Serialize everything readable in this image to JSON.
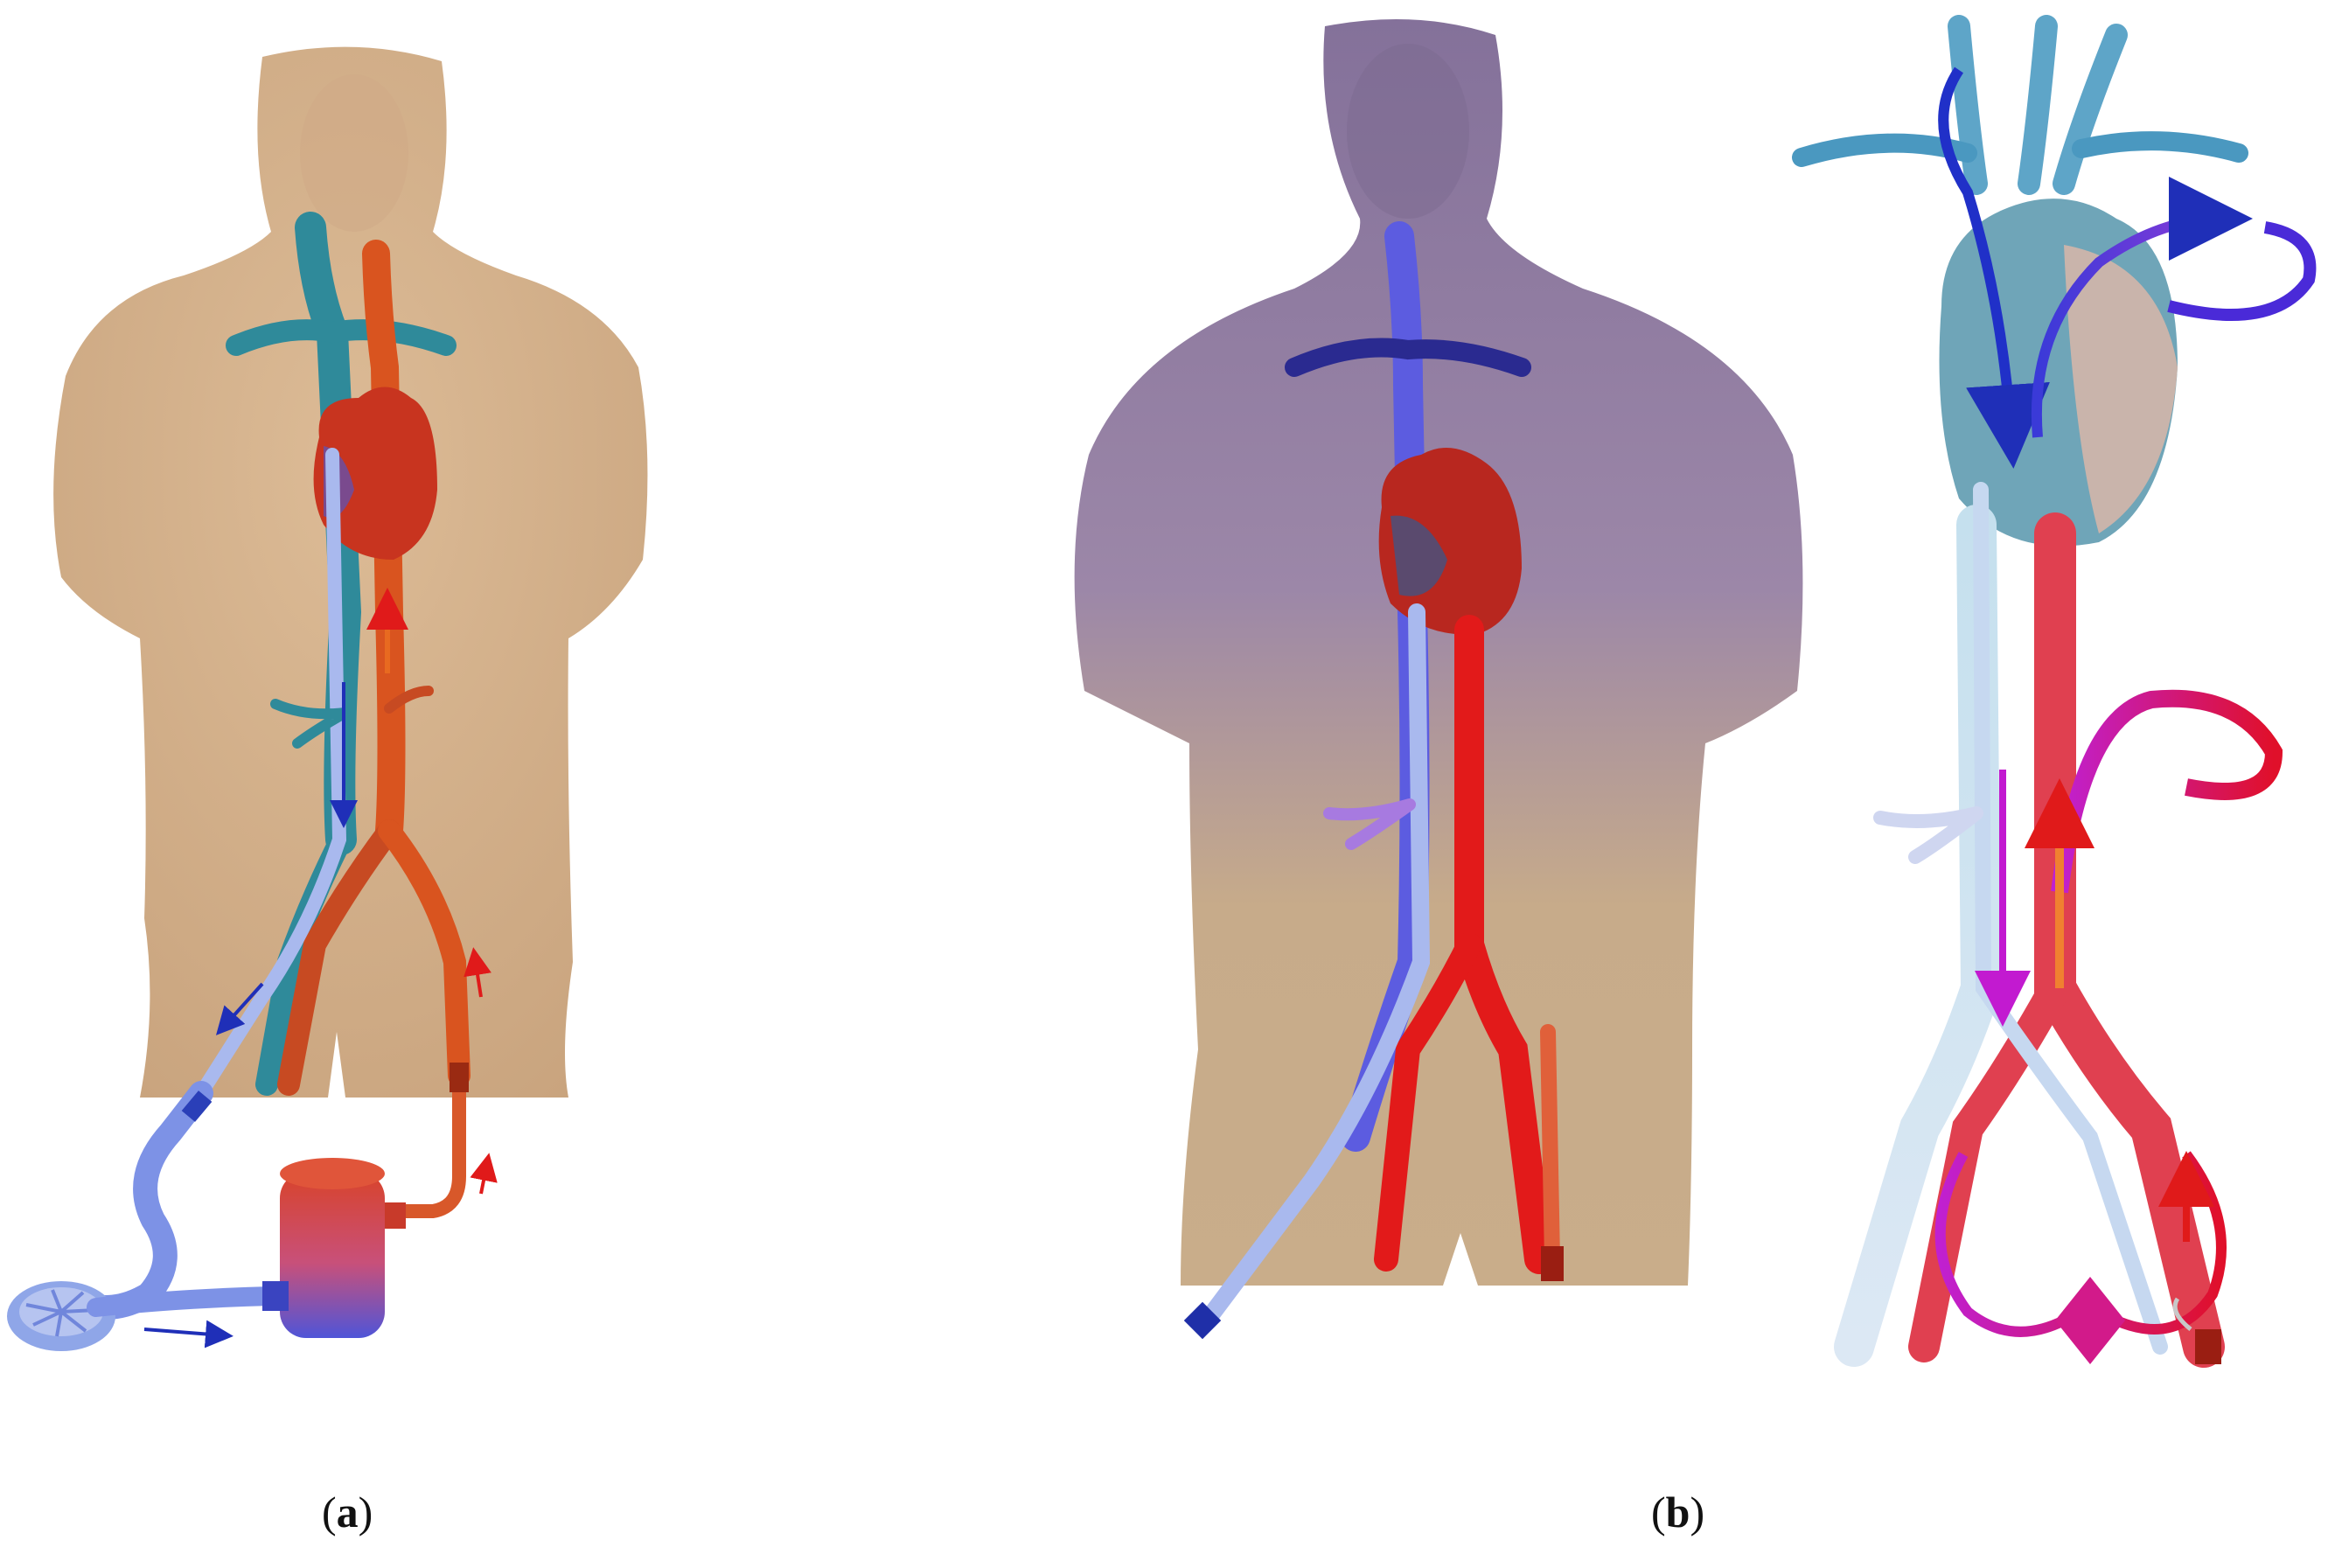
{
  "panels": [
    {
      "id": "a",
      "caption_open": "(",
      "caption_letter": "a",
      "caption_close": ")"
    },
    {
      "id": "b",
      "caption_open": "(",
      "caption_letter": "b",
      "caption_close": ")"
    }
  ],
  "colors": {
    "skin_a": "#d8b48f",
    "skin_b_upper": "#8f7a9e",
    "skin_b_lower": "#c9ad8a",
    "venous_teal": "#2f8a9a",
    "venous_blue": "#2a3fb8",
    "arterial_red": "#e2321e",
    "arterial_orange": "#d9541f",
    "cannula_light_blue": "#8fa6e8",
    "pump_red": "#d8432a",
    "pump_blue": "#5a55d8",
    "mixed_purple": "#b23ad0",
    "heart_red": "#b8271f",
    "heart_purple": "#7a4a8e"
  },
  "icons": [
    "arrow-icon",
    "pump-icon",
    "oxygenator-icon",
    "heart-icon"
  ]
}
